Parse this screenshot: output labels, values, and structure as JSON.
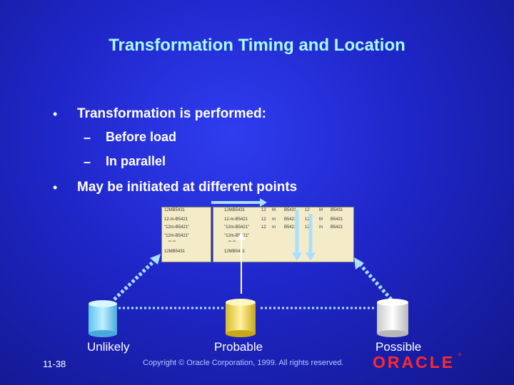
{
  "slide": {
    "title": "Transformation Timing and Location",
    "bullets": [
      {
        "text": "Transformation is performed:",
        "subs": [
          "Before load",
          "In parallel"
        ]
      },
      {
        "text": "May be initiated at different points",
        "subs": []
      }
    ],
    "bullet_glyph": "•",
    "dash_glyph": "–"
  },
  "table": {
    "rows": [
      [
        "12MB5431",
        "12MB5431",
        "12",
        "M",
        "B5431",
        "12",
        "M",
        "B5431"
      ],
      [
        "12-m-B5421",
        "12-m-B5421",
        "12",
        "m",
        "B5421",
        "12",
        "M",
        "B5421"
      ],
      [
        "\"12m-B5421\"",
        "\"12m-B5421\"",
        "12",
        "m",
        "B5421",
        "12",
        "m",
        "B5421"
      ],
      [
        "\"12m-B5421\"",
        "\"12m-B5421\"",
        "",
        "",
        "",
        "",
        "",
        ""
      ],
      [
        "\"\"   \"\"",
        "\"\"   \"\"",
        "",
        "",
        "",
        "",
        "",
        ""
      ],
      [
        "12MB5431",
        "12MB5431",
        "",
        "",
        "",
        "",
        "",
        ""
      ]
    ]
  },
  "labels": {
    "unlikely": "Unlikely",
    "probable": "Probable",
    "possible": "Possible"
  },
  "footer": {
    "page_number": "11-38",
    "copyright": "Copyright © Oracle Corporation, 1999. All rights reserved.",
    "logo": "ORACLE",
    "trademark": "®"
  },
  "colors": {
    "title": "#a8fcfc",
    "arrow": "#a8e0ff",
    "cylinder_left": "#9fe3ff",
    "cylinder_mid": "#f2e060",
    "cylinder_right": "#ffffff"
  },
  "icons": [
    "database-icon-unlikely",
    "database-icon-probable",
    "database-icon-possible"
  ]
}
